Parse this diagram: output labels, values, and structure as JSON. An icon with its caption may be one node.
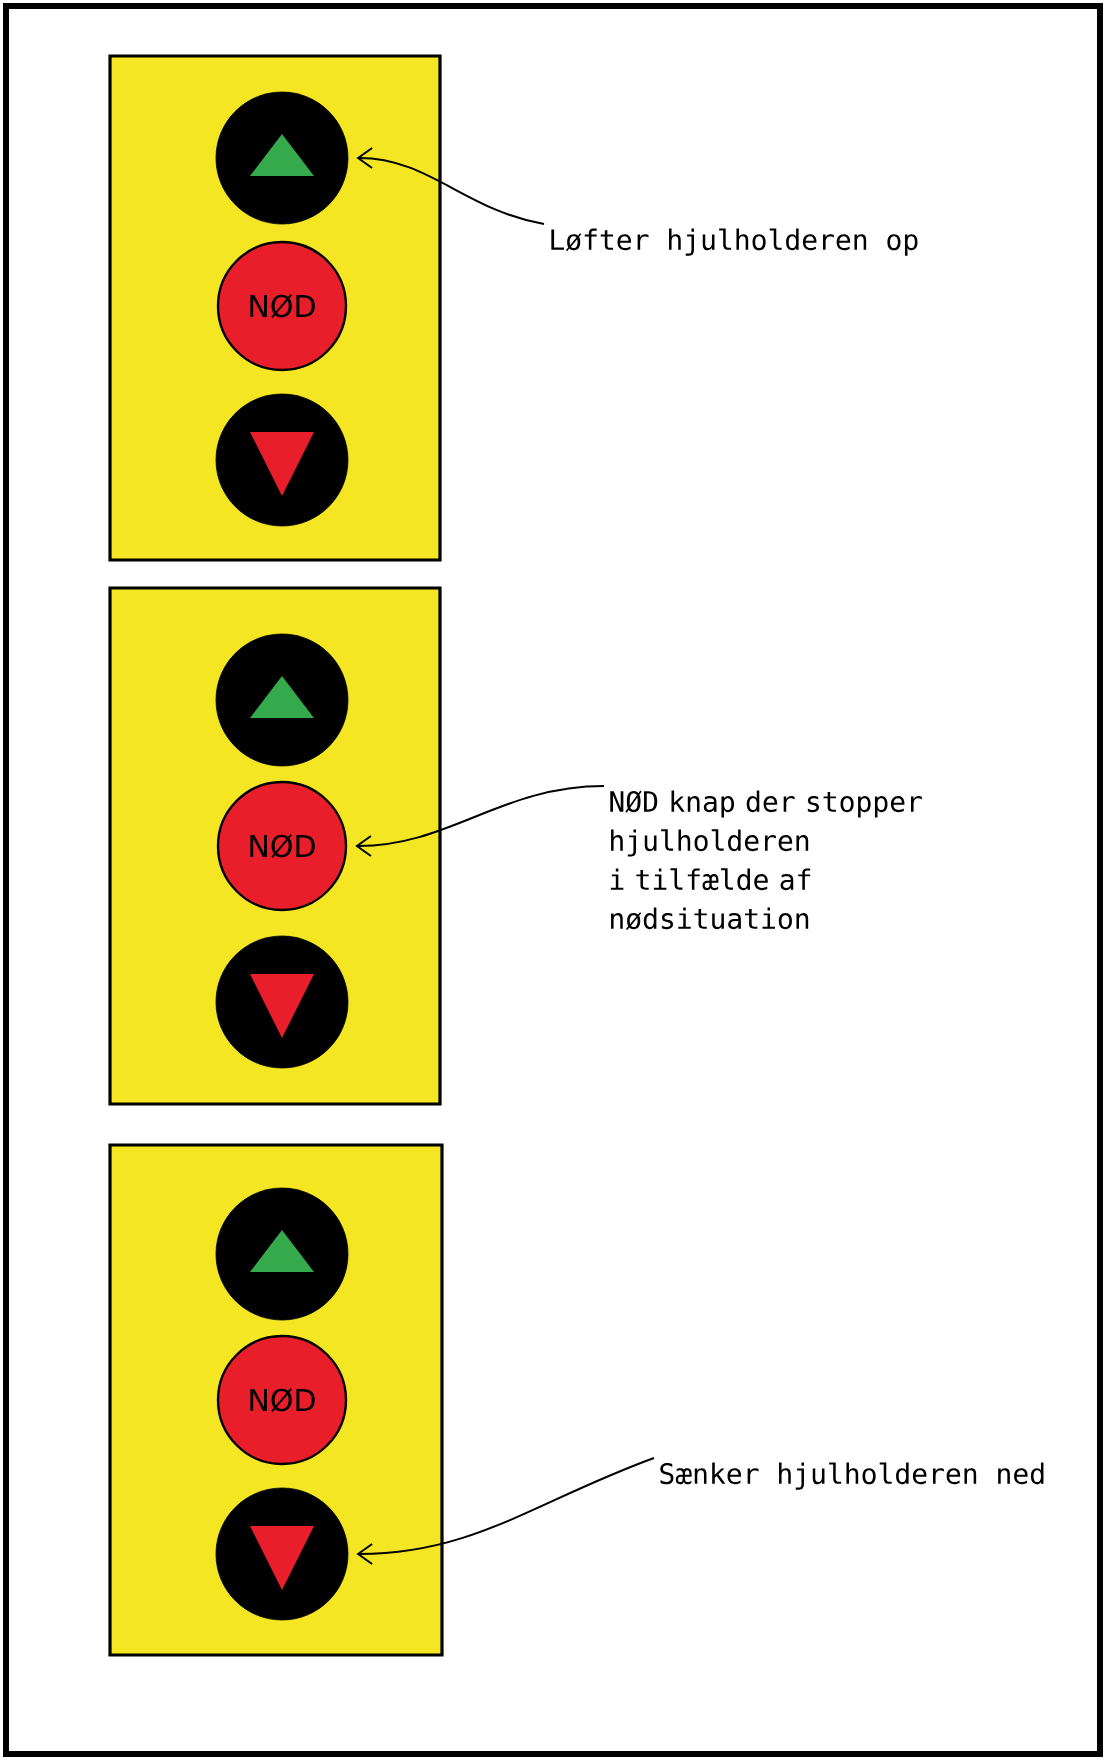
{
  "diagram": {
    "nodes": [
      {
        "text": [],
        "shape": "box"
      },
      {
        "text": [],
        "shape": "circle",
        "in": 0
      },
      {
        "text": [
          "NØD"
        ],
        "in": 0
      },
      {
        "text": [],
        "shape": "circle",
        "in": 0
      },
      {
        "text": [
          "Løfter hjulholderen op"
        ]
      },
      {
        "text": [],
        "shape": "box"
      },
      {
        "text": [],
        "shape": "circle",
        "in": 5
      },
      {
        "text": [
          "NØD"
        ],
        "in": 5
      },
      {
        "text": [],
        "shape": "circle",
        "in": 5
      },
      {
        "text": [
          "NØD knap der stopper hjulholderen i tilfælde af nødsituation"
        ]
      },
      {
        "text": [],
        "shape": "box"
      },
      {
        "text": [],
        "shape": "circle",
        "in": 10
      },
      {
        "text": [
          "NØD"
        ],
        "in": 10
      },
      {
        "text": [],
        "shape": "circle",
        "in": 10
      },
      {
        "text": [
          "Sænker hjulholderen ned"
        ]
      }
    ],
    "edges": [
      {
        "from": 4,
        "to": 1,
        "arrow": "to"
      },
      {
        "from": 9,
        "to": 7,
        "arrow": "to"
      },
      {
        "from": 14,
        "to": 13,
        "arrow": "to"
      }
    ]
  }
}
